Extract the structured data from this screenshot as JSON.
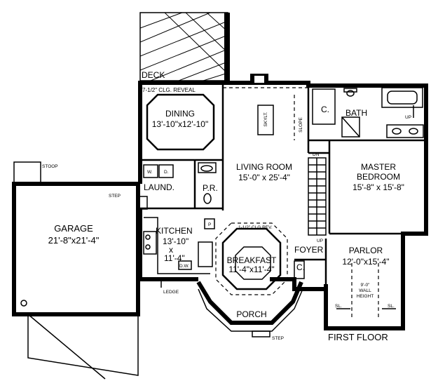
{
  "plan_title": "FIRST FLOOR",
  "rooms": {
    "deck": "DECK",
    "dining": {
      "name": "DINING",
      "dim": "13'-10\"x12'-10\""
    },
    "living": {
      "name": "LIVING ROOM",
      "dim": "15'-0\" x 25'-4\""
    },
    "master": {
      "name1": "MASTER",
      "name2": "BEDROOM",
      "dim": "15'-8\" x 15'-8\""
    },
    "bath": "BATH",
    "closet": "C.",
    "laund": "LAUND.",
    "pr": "P.R.",
    "garage": {
      "name": "GARAGE",
      "dim": "21'-8\"x21'-4\""
    },
    "kitchen": {
      "name": "KITCHEN",
      "dim1": "13'-10\"",
      "dim2": "x",
      "dim3": "11'-4\""
    },
    "breakfast": {
      "name": "BREAKFAST",
      "dim": "11'-4\"x11'-4\""
    },
    "foyer": "FOYER",
    "foyer_closet": "C.",
    "parlor": {
      "name": "PARLOR",
      "dim": "12'-0\"x15'-4\""
    },
    "porch": "PORCH"
  },
  "notes": {
    "clg_reveal": "7-1/2\" CLG. REVEAL",
    "clg_rev2": "1-1/2\" CLG.REV.",
    "skylt": "SKYLT.",
    "slope": "SLOPE",
    "dn": "DN",
    "up_stair": "UP",
    "up_bath": "UP",
    "w": "W.",
    "d": "D.",
    "p": "P",
    "dw": "D.W.",
    "stoop": "STOOP",
    "step_garage": "STEP",
    "step_porch": "STEP",
    "ledge": "LEDGE",
    "wall_height1": "9'-0\"",
    "wall_height2": "WALL",
    "wall_height3": "HEIGHT",
    "sl_left": "SL.",
    "sl_right": "SL."
  }
}
